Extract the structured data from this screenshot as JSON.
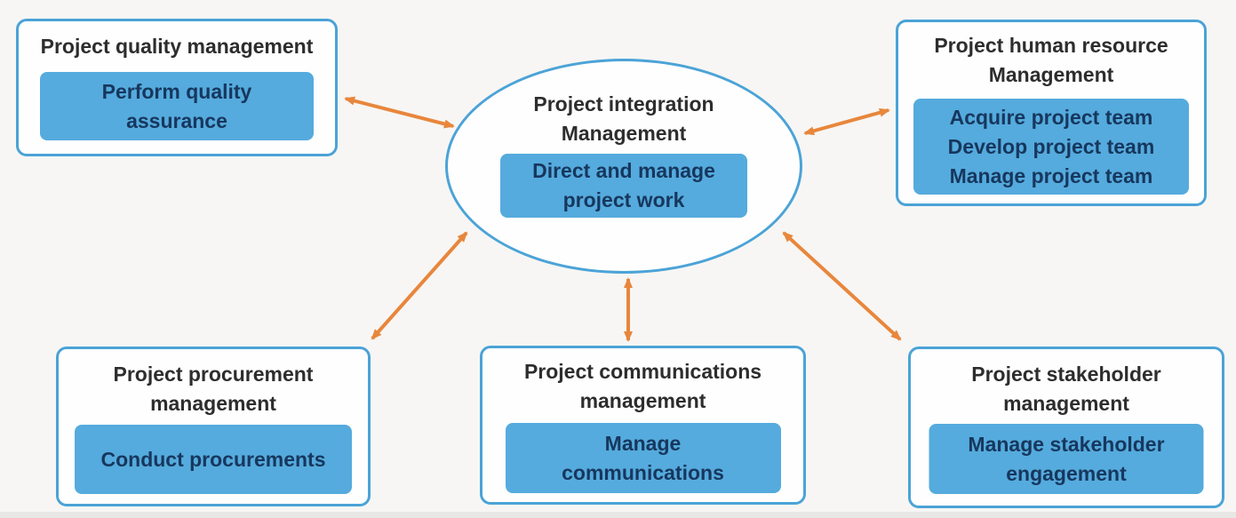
{
  "colors": {
    "node_border_blue": "#4ba3d7",
    "task_fill_blue": "#55abdd",
    "task_text_navy": "#17375e",
    "title_text": "#2d2d2d",
    "arrow_orange": "#e8863c",
    "background": "#f7f6f4"
  },
  "center": {
    "title": "Project integration\nManagement",
    "task": "Direct and manage\nproject work"
  },
  "boxes": {
    "quality": {
      "title": "Project quality management",
      "task": "Perform quality\nassurance"
    },
    "human_resource": {
      "title": "Project human resource\nManagement",
      "task": "Acquire project team\nDevelop project team\nManage project team"
    },
    "procurement": {
      "title": "Project procurement\nmanagement",
      "task": "Conduct procurements"
    },
    "communications": {
      "title": "Project communications\nmanagement",
      "task": "Manage\ncommunications"
    },
    "stakeholder": {
      "title": "Project stakeholder\nmanagement",
      "task": "Manage stakeholder\nengagement"
    }
  },
  "connections": [
    {
      "from": "integration",
      "to": "quality",
      "style": "bidirectional"
    },
    {
      "from": "integration",
      "to": "human_resource",
      "style": "bidirectional"
    },
    {
      "from": "integration",
      "to": "procurement",
      "style": "bidirectional"
    },
    {
      "from": "integration",
      "to": "communications",
      "style": "bidirectional"
    },
    {
      "from": "integration",
      "to": "stakeholder",
      "style": "bidirectional"
    }
  ]
}
